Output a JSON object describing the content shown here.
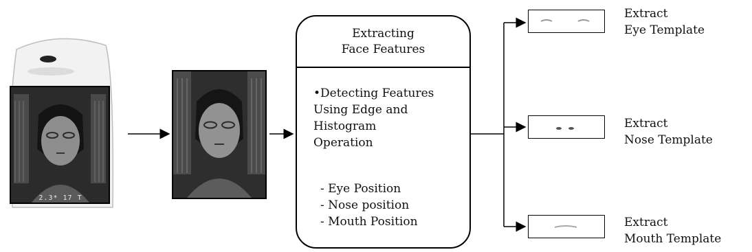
{
  "process": {
    "title_line1": "Extracting",
    "title_line2": "Face Features",
    "description_lines": [
      "•Detecting Features",
      "Using Edge and",
      "Histogram",
      "Operation"
    ],
    "positions": [
      "- Eye Position",
      "- Nose position",
      "- Mouth Position"
    ]
  },
  "phone": {
    "readout": "2.3* 17 T"
  },
  "outputs": [
    {
      "line1": "Extract",
      "line2": "Eye Template"
    },
    {
      "line1": "Extract",
      "line2": "Nose Template"
    },
    {
      "line1": "Extract",
      "line2": "Mouth Template"
    }
  ]
}
